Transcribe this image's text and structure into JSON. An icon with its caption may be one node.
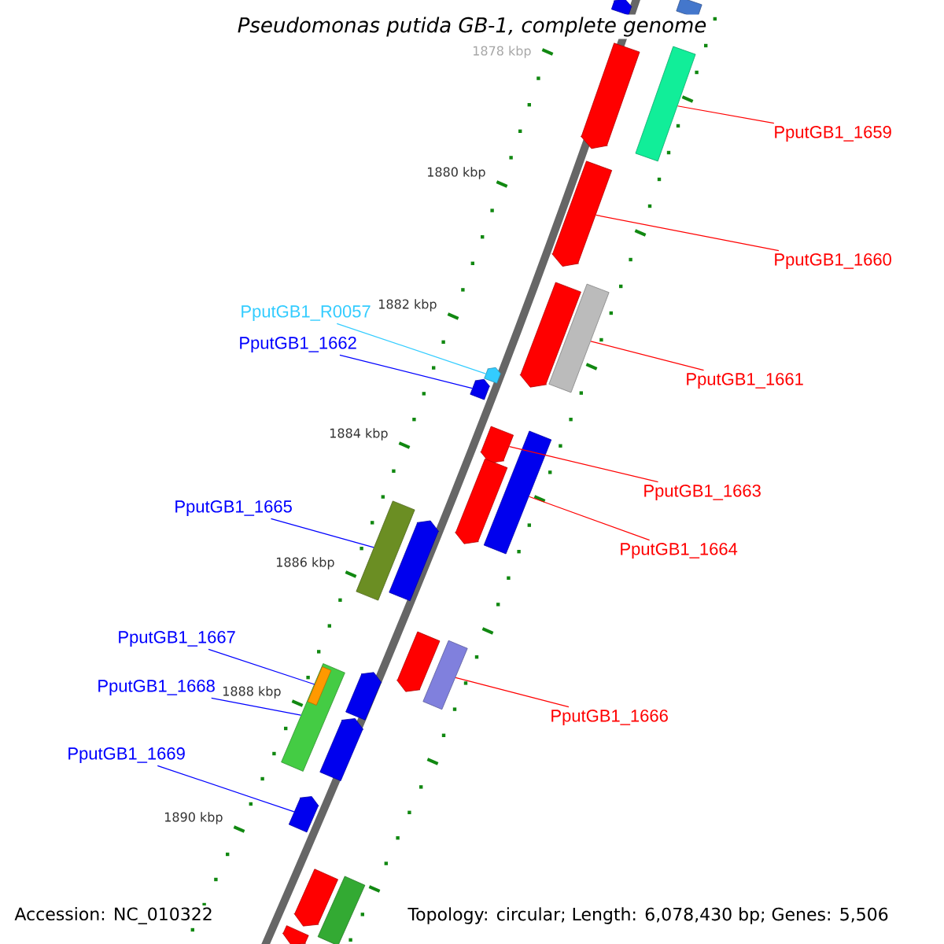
{
  "diagram": {
    "title": "Pseudomonas putida GB-1, complete genome",
    "nodes": [
      {
        "text": [
          "PputGB1_1659"
        ]
      },
      {
        "text": [
          "PputGB1_1660"
        ]
      },
      {
        "text": [
          "PputGB1_1661"
        ]
      },
      {
        "text": [
          "PputGB1_R0057"
        ]
      },
      {
        "text": [
          "PputGB1_1662"
        ]
      },
      {
        "text": [
          "PputGB1_1663"
        ]
      },
      {
        "text": [
          "PputGB1_1664"
        ]
      },
      {
        "text": [
          "PputGB1_1665"
        ]
      },
      {
        "text": [
          "PputGB1_1666"
        ]
      },
      {
        "text": [
          "PputGB1_1667"
        ]
      },
      {
        "text": [
          "PputGB1_1668"
        ]
      },
      {
        "text": [
          "PputGB1_1669"
        ]
      },
      {
        "text": [],
        "shape": "arrow"
      },
      {
        "text": [],
        "shape": "bar"
      },
      {
        "text": [],
        "shape": "arrow"
      },
      {
        "text": [],
        "shape": "bar"
      },
      {
        "text": [],
        "shape": "arrow"
      },
      {
        "text": [],
        "shape": "arrow"
      },
      {
        "text": [],
        "shape": "bar"
      },
      {
        "text": [],
        "shape": "arrow"
      },
      {
        "text": [],
        "shape": "arrow"
      },
      {
        "text": [],
        "shape": "arrow"
      },
      {
        "text": [],
        "shape": "arrow"
      },
      {
        "text": [],
        "shape": "bar"
      },
      {
        "text": [],
        "shape": "bar"
      },
      {
        "text": [],
        "shape": "arrow"
      },
      {
        "text": [],
        "shape": "arrow"
      },
      {
        "text": [],
        "shape": "bar"
      },
      {
        "text": [],
        "shape": "bar"
      },
      {
        "text": [],
        "shape": "bar",
        "in": 28
      },
      {
        "text": [],
        "shape": "arrow"
      },
      {
        "text": [],
        "shape": "arrow"
      },
      {
        "text": [],
        "shape": "arrow"
      },
      {
        "text": [],
        "shape": "arrow"
      },
      {
        "text": [],
        "shape": "bar"
      },
      {
        "text": [],
        "shape": "arrow"
      }
    ],
    "edges": [
      {
        "from": 0,
        "to": 15,
        "arrow": "none",
        "color": "#ff0000"
      },
      {
        "from": 1,
        "to": 16,
        "arrow": "none",
        "color": "#ff0000"
      },
      {
        "from": 2,
        "to": 18,
        "arrow": "none",
        "color": "#ff0000"
      },
      {
        "from": 3,
        "to": 19,
        "arrow": "none",
        "color": "#33ccff"
      },
      {
        "from": 4,
        "to": 20,
        "arrow": "none",
        "color": "#0000ff"
      },
      {
        "from": 5,
        "to": 21,
        "arrow": "none",
        "color": "#ff0000"
      },
      {
        "from": 6,
        "to": 23,
        "arrow": "none",
        "color": "#ff0000"
      },
      {
        "from": 7,
        "to": 24,
        "arrow": "none",
        "color": "#0000ff"
      },
      {
        "from": 8,
        "to": 27,
        "arrow": "none",
        "color": "#ff0000"
      },
      {
        "from": 9,
        "to": 29,
        "arrow": "none",
        "color": "#0000ff"
      },
      {
        "from": 10,
        "to": 28,
        "arrow": "none",
        "color": "#0000ff"
      },
      {
        "from": 11,
        "to": 32,
        "arrow": "none",
        "color": "#0000ff"
      }
    ],
    "labels": [
      "1878 kbp",
      "1880 kbp",
      "1882 kbp",
      "1884 kbp",
      "1886 kbp",
      "1888 kbp",
      "1890 kbp",
      "Accession: NC_010322",
      "Topology: circular; Length: 6,078,430 bp; Genes: 5,506"
    ]
  }
}
